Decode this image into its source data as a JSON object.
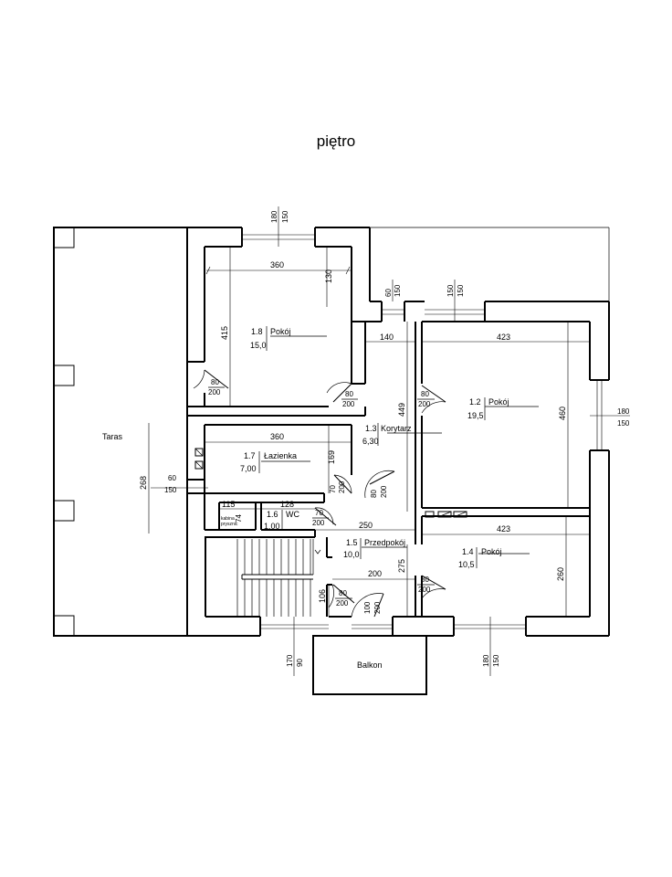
{
  "title": "piętro",
  "rooms": {
    "r18": {
      "no": "1.8",
      "name": "Pokój",
      "area": "15,0"
    },
    "r12": {
      "no": "1.2",
      "name": "Pokój",
      "area": "19,5"
    },
    "r13": {
      "no": "1.3",
      "name": "Korytarz",
      "area": "6,30"
    },
    "r17": {
      "no": "1.7",
      "name": "Łazienka",
      "area": "7,00"
    },
    "r16": {
      "no": "1.6",
      "name": "WC",
      "area": "1,00"
    },
    "r15": {
      "no": "1.5",
      "name": "Przedpokój",
      "area": "10,0"
    },
    "r14": {
      "no": "1.4",
      "name": "Pokój",
      "area": "10,5"
    },
    "taras": "Taras",
    "balkon": "Balkon",
    "shower": [
      "kabina",
      "prysznic"
    ]
  },
  "dims": {
    "d360a": "360",
    "d130": "130",
    "d415": "415",
    "d140": "140",
    "d423a": "423",
    "d460": "460",
    "d449": "449",
    "d360b": "360",
    "d169": "169",
    "d268": "268",
    "d115": "115",
    "d128": "128",
    "d74": "74",
    "d250": "250",
    "d423b": "423",
    "d275": "275",
    "d200": "200",
    "d260": "260",
    "d106": "106"
  },
  "openings": {
    "w_top": [
      "180",
      "150"
    ],
    "w_small": [
      "60",
      "150"
    ],
    "w_r12top": [
      "150",
      "150"
    ],
    "w_right": [
      "180",
      "150"
    ],
    "w_taras": [
      "60",
      "150"
    ],
    "w_bal": [
      "170",
      "90"
    ],
    "w_r14bot": [
      "180",
      "150"
    ],
    "door_r18": [
      "80",
      "200"
    ],
    "door_r18b": [
      "80",
      "200"
    ],
    "door_r12": [
      "80",
      "200"
    ],
    "door_laz": [
      "70",
      "200"
    ],
    "door_kor": [
      "80",
      "200"
    ],
    "door_wc": [
      "70",
      "200"
    ],
    "door_r14": [
      "80",
      "200"
    ],
    "door_stair": [
      "80",
      "200"
    ],
    "door_bal": [
      "100",
      "200"
    ]
  }
}
